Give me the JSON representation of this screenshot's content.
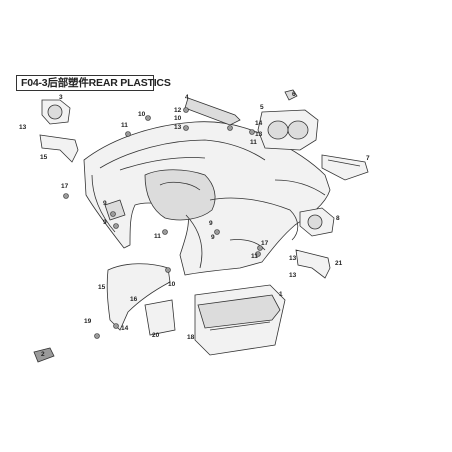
{
  "diagram": {
    "title": "F04-3后部塑件REAR PLASTICS",
    "colors": {
      "line": "#333333",
      "fill_light": "#f2f2f2",
      "fill_mid": "#dcdcdc",
      "fill_dark": "#9a9a9a",
      "background": "#ffffff"
    },
    "callouts": [
      {
        "id": "c1",
        "label": "3"
      },
      {
        "id": "c2",
        "label": "13"
      },
      {
        "id": "c3",
        "label": "15"
      },
      {
        "id": "c4",
        "label": "10"
      },
      {
        "id": "c5",
        "label": "11"
      },
      {
        "id": "c6",
        "label": "12"
      },
      {
        "id": "c7",
        "label": "10"
      },
      {
        "id": "c8",
        "label": "13"
      },
      {
        "id": "c9",
        "label": "4"
      },
      {
        "id": "c10",
        "label": "5"
      },
      {
        "id": "c11",
        "label": "6"
      },
      {
        "id": "c12",
        "label": "14"
      },
      {
        "id": "c13",
        "label": "13"
      },
      {
        "id": "c14",
        "label": "11"
      },
      {
        "id": "c15",
        "label": "7"
      },
      {
        "id": "c16",
        "label": "17"
      },
      {
        "id": "c17",
        "label": "9"
      },
      {
        "id": "c18",
        "label": "9"
      },
      {
        "id": "c19",
        "label": "9"
      },
      {
        "id": "c20",
        "label": "8"
      },
      {
        "id": "c21",
        "label": "11"
      },
      {
        "id": "c22",
        "label": "9"
      },
      {
        "id": "c23",
        "label": "17"
      },
      {
        "id": "c24",
        "label": "11"
      },
      {
        "id": "c25",
        "label": "13"
      },
      {
        "id": "c26",
        "label": "21"
      },
      {
        "id": "c27",
        "label": "13"
      },
      {
        "id": "c28",
        "label": "15"
      },
      {
        "id": "c29",
        "label": "10"
      },
      {
        "id": "c30",
        "label": "1"
      },
      {
        "id": "c31",
        "label": "16"
      },
      {
        "id": "c32",
        "label": "20"
      },
      {
        "id": "c33",
        "label": "19"
      },
      {
        "id": "c34",
        "label": "14"
      },
      {
        "id": "c35",
        "label": "18"
      },
      {
        "id": "c36",
        "label": "2"
      }
    ]
  }
}
